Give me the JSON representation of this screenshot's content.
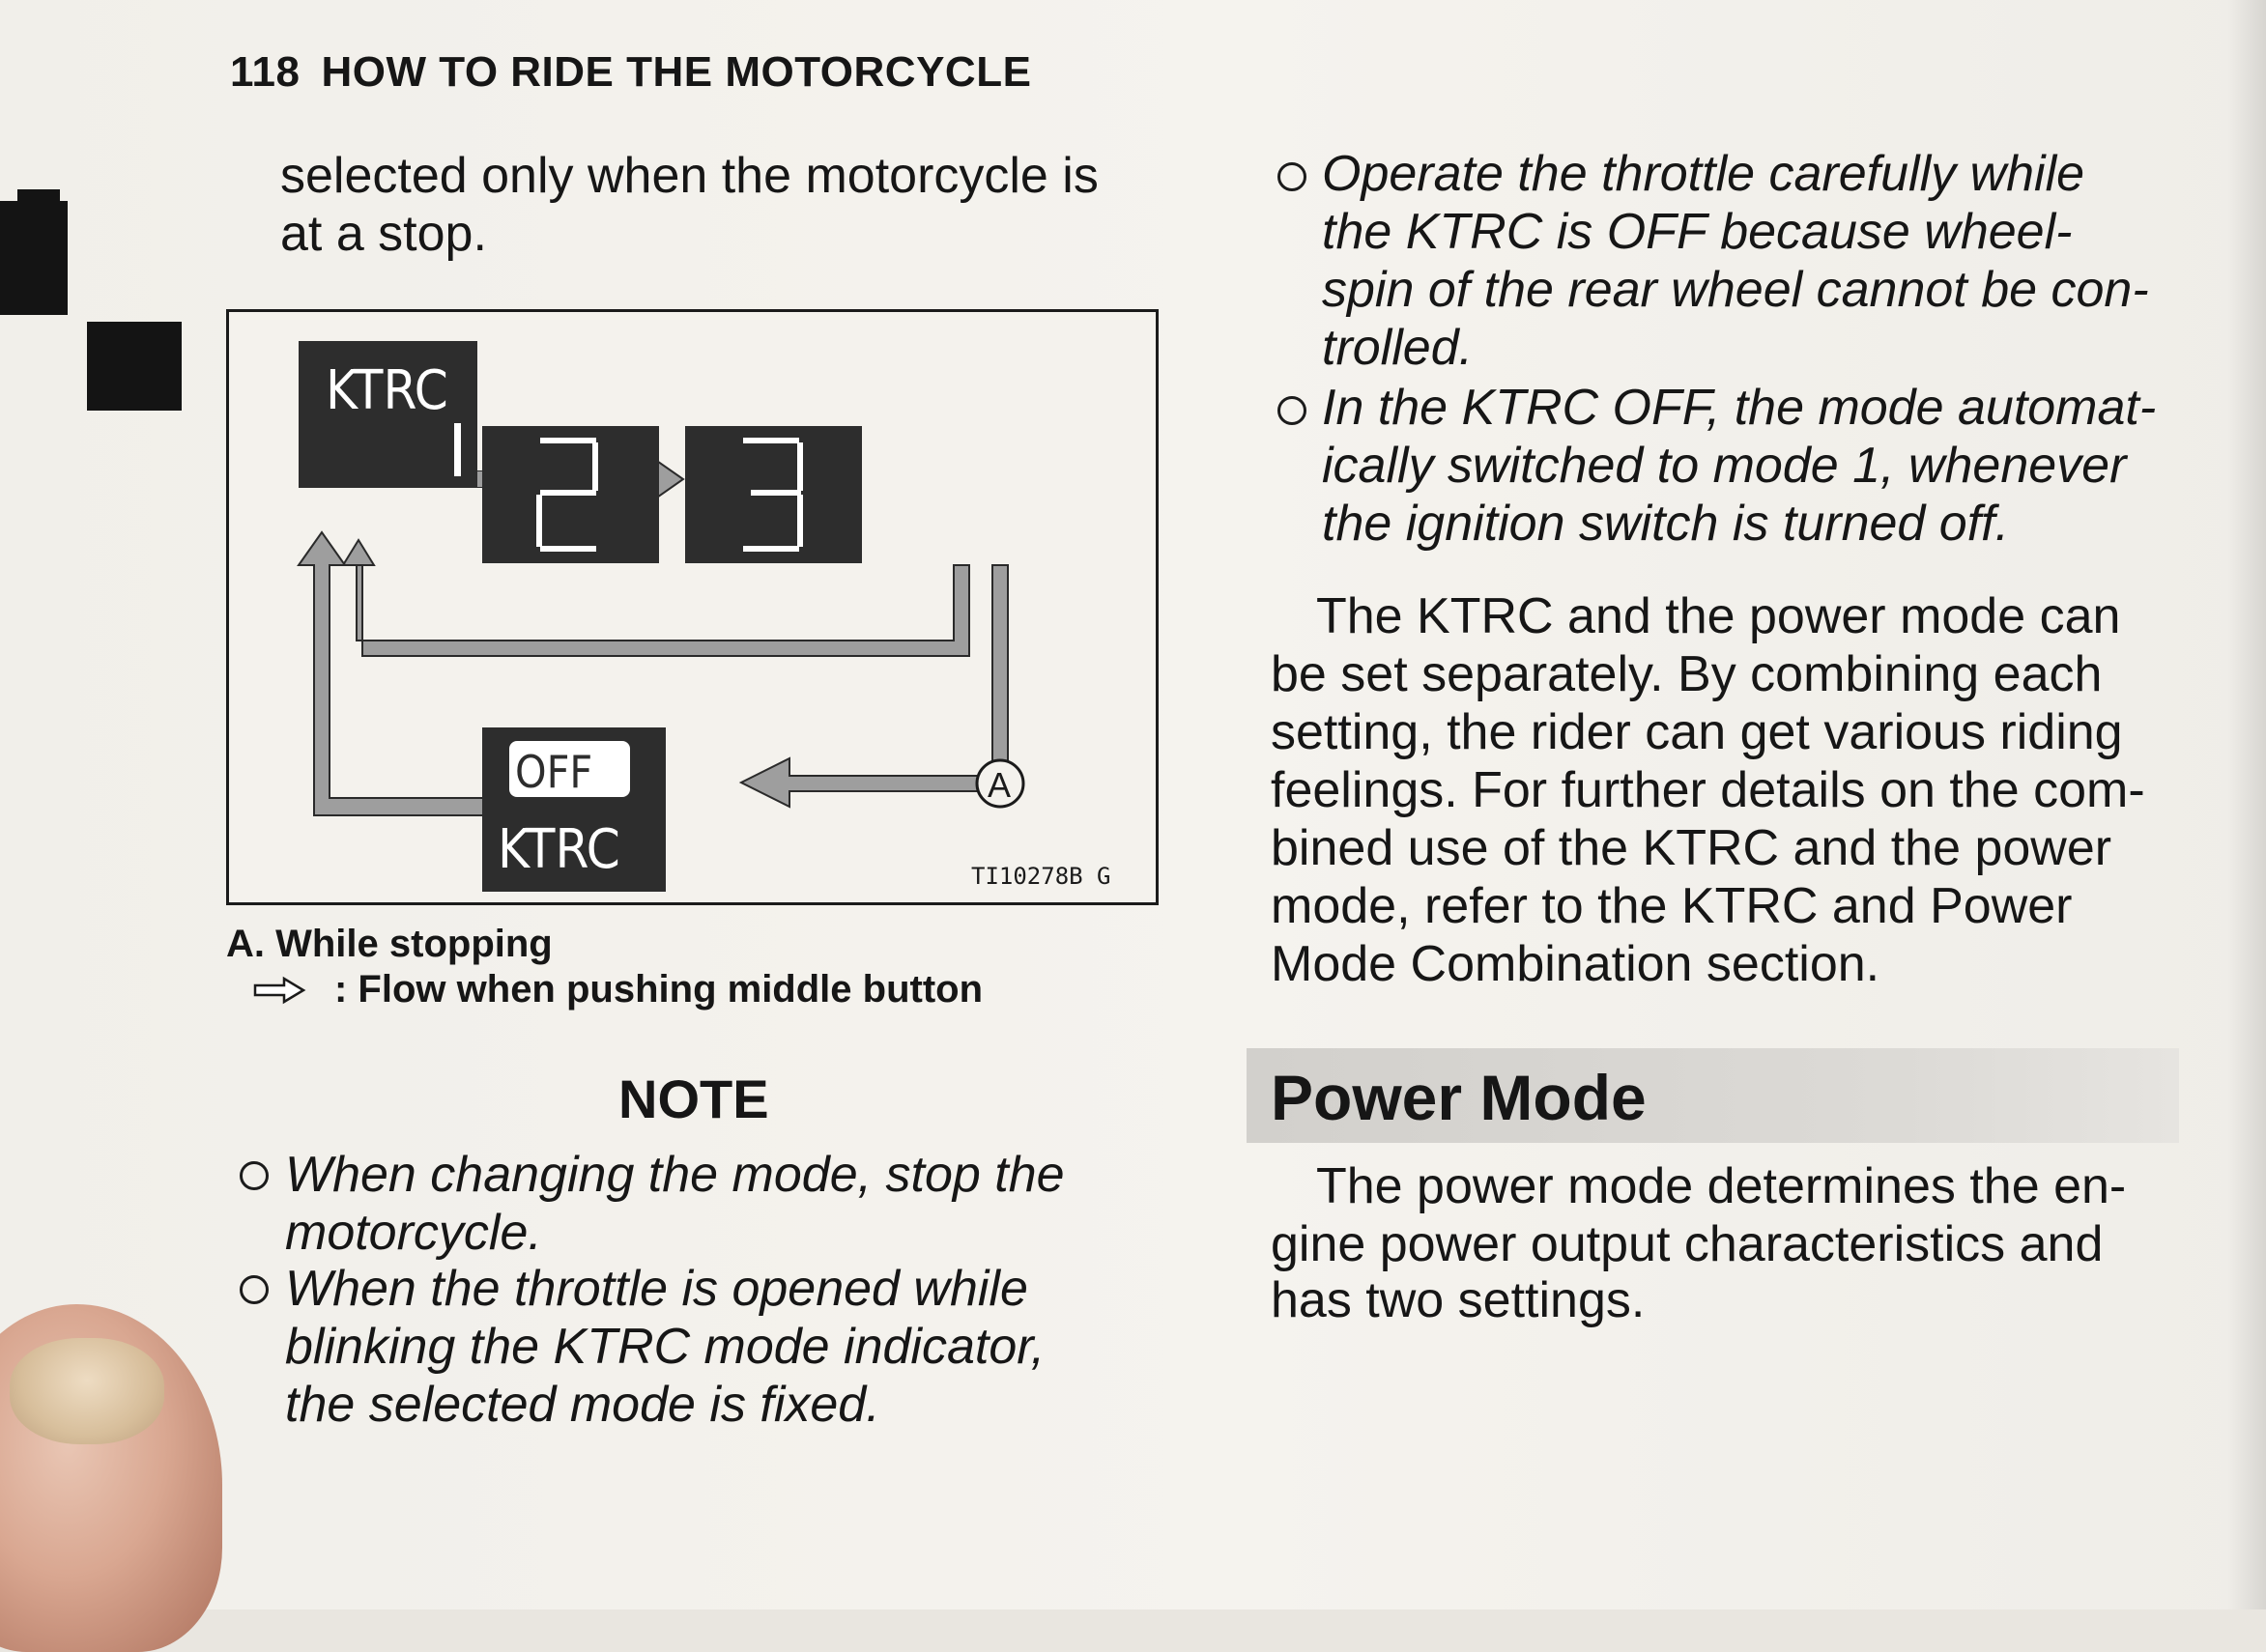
{
  "header": {
    "page_number": "118",
    "title": "HOW TO RIDE THE MOTORCYCLE"
  },
  "left": {
    "intro_lines": [
      "selected only when the motorcycle is",
      "at a stop."
    ],
    "figure": {
      "ktrc_box_label": "KTRC",
      "mode_1": "1",
      "mode_2": "2",
      "mode_3": "3",
      "off_label": "OFF",
      "off_ktrc_label": "KTRC",
      "marker_a": "A",
      "figure_code": "TI10278B  G"
    },
    "caption_a": "A. While stopping",
    "caption_flow": ": Flow when pushing middle button",
    "note_title": "NOTE",
    "note_items": [
      {
        "lines": [
          "When changing the mode, stop the",
          "motorcycle."
        ]
      },
      {
        "lines": [
          "When the throttle is opened while",
          "blinking the KTRC mode indicator,",
          "the selected mode is fixed."
        ]
      }
    ]
  },
  "right": {
    "bullets": [
      {
        "lines": [
          "Operate the throttle carefully while",
          "the KTRC is OFF because wheel-",
          "spin of the rear wheel cannot be con-",
          "trolled."
        ]
      },
      {
        "lines": [
          "In the KTRC OFF, the mode automat-",
          "ically switched to mode 1, whenever",
          "the ignition switch is turned off."
        ]
      }
    ],
    "combo_paragraph": [
      "The KTRC and the power mode can",
      "be set separately.  By combining each",
      "setting, the rider can get various riding",
      "feelings. For further details on the com-",
      "bined use of the KTRC and the power",
      "mode, refer to the KTRC and Power",
      "Mode Combination section."
    ],
    "section_title": "Power Mode",
    "power_paragraph": [
      "The power mode determines the en-",
      "gine power output characteristics and",
      "has two settings."
    ]
  }
}
